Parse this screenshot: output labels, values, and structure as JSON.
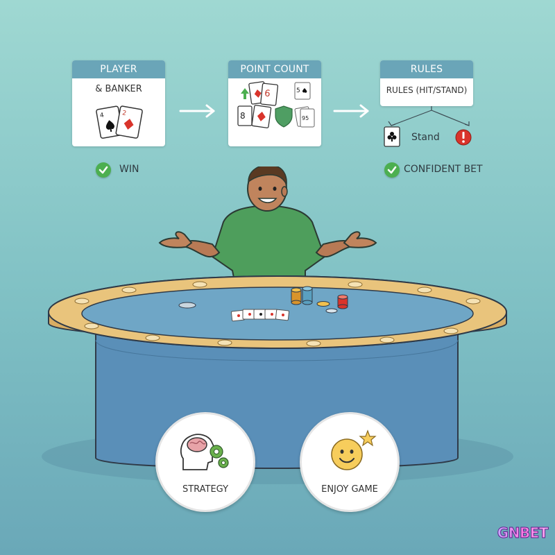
{
  "panels": {
    "player": {
      "title": "PLAYER",
      "subtitle": "& BANKER"
    },
    "point_count": {
      "title": "POINT COUNT"
    },
    "rules": {
      "title": "RULES",
      "subtitle": "RULES (HIT/STAND)",
      "stand_label": "Stand"
    }
  },
  "results": {
    "win": "WIN",
    "confident_bet": "CONFIDENT BET"
  },
  "badges": {
    "strategy": "STRATEGY",
    "enjoy_game": "ENJOY GAME"
  },
  "logo": "GNBET",
  "cards": {
    "small_5": "5",
    "small_95": "95",
    "card_4": "4",
    "card_2": "2",
    "card_6": "6",
    "card_8": "8"
  },
  "colors": {
    "panel_header": "#6aa5b8",
    "check_green": "#4caf50",
    "shirt": "#4e9e5c",
    "table_rim": "#e9c47c",
    "table_felt": "#6fa6c6"
  }
}
